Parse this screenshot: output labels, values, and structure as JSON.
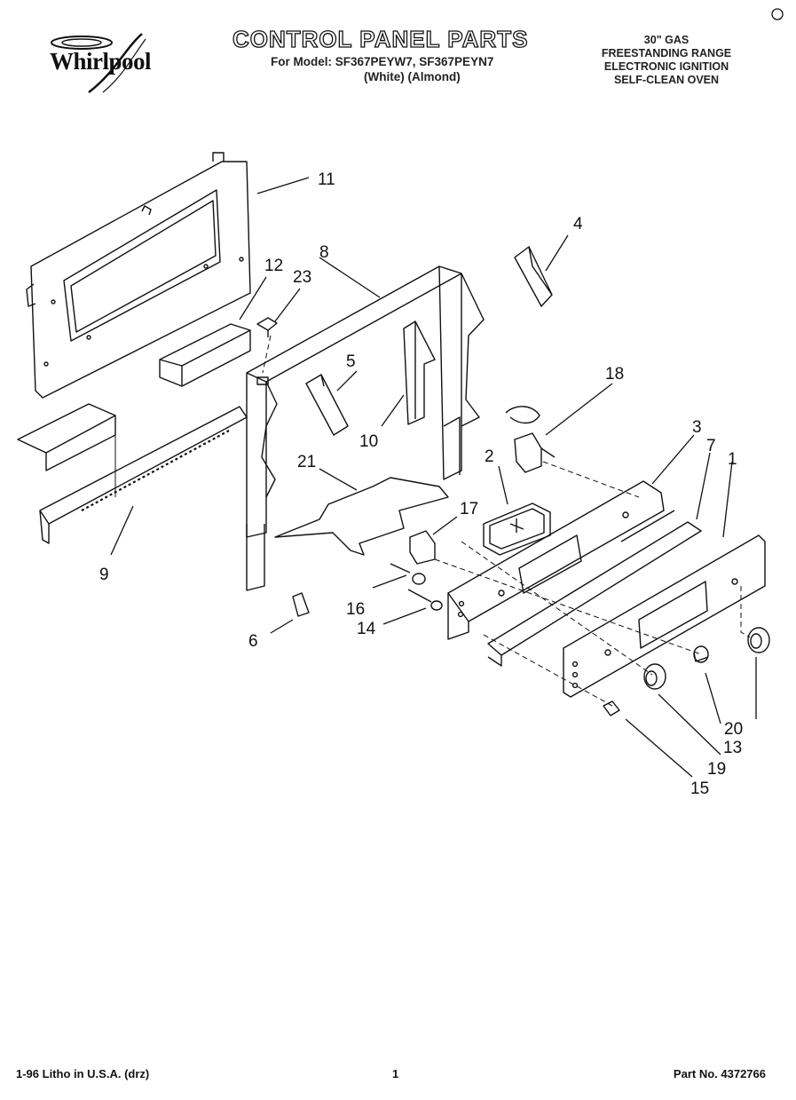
{
  "header": {
    "brand": "Whirlpool",
    "title": "CONTROL PANEL PARTS",
    "model_line": "For Model: SF367PEYW7, SF367PEYN7",
    "color_line": "(White)    (Almond)",
    "spec_lines": [
      "30\" GAS",
      "FREESTANDING RANGE",
      "ELECTRONIC IGNITION",
      "SELF-CLEAN OVEN"
    ]
  },
  "callouts": {
    "c1": "1",
    "c2": "2",
    "c3": "3",
    "c4": "4",
    "c5": "5",
    "c6": "6",
    "c7": "7",
    "c8": "8",
    "c9": "9",
    "c10": "10",
    "c11": "11",
    "c12": "12",
    "c13": "13",
    "c14": "14",
    "c15": "15",
    "c16": "16",
    "c17": "17",
    "c18": "18",
    "c19": "19",
    "c20": "20",
    "c21": "21",
    "c23": "23"
  },
  "footer": {
    "litho": "1-96 Litho in U.S.A. (drz)",
    "page": "1",
    "part_no": "Part No. 4372766"
  },
  "colors": {
    "line": "#111111",
    "background": "#ffffff"
  }
}
